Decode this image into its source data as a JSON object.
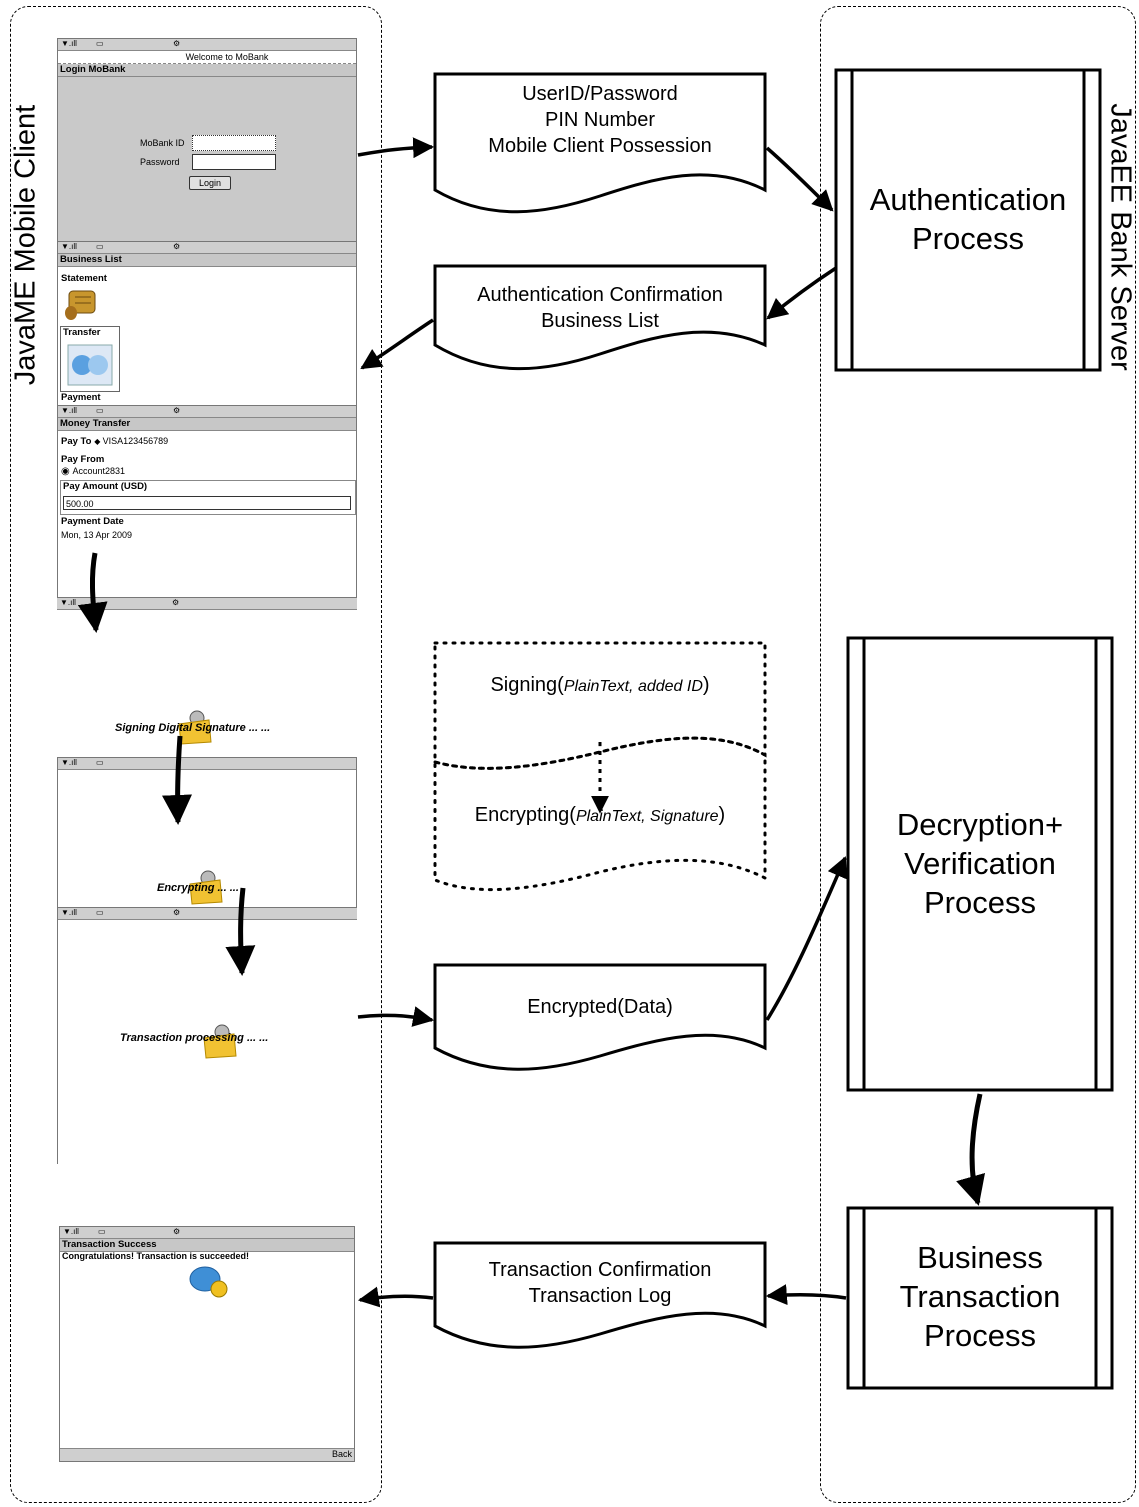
{
  "lanes": {
    "client": "JavaME Mobile Client",
    "server": "JavaEE Bank Server"
  },
  "screens": {
    "login": {
      "welcome": "Welcome to MoBank",
      "title": "Login MoBank",
      "id_label": "MoBank ID",
      "password_label": "Password",
      "login_button": "Login"
    },
    "business_list": {
      "title": "Business List",
      "items": [
        "Statement",
        "Transfer",
        "Payment"
      ]
    },
    "money_transfer": {
      "title": "Money Transfer",
      "pay_to_label": "Pay To",
      "pay_to_value": "VISA123456789",
      "pay_from_label": "Pay From",
      "pay_from_value": "Account2831",
      "amount_label": "Pay Amount (USD)",
      "amount_value": "500.00",
      "date_label": "Payment Date",
      "date_value": "Mon, 13 Apr 2009"
    },
    "signing": {
      "message": "Signing Digital Signature ... ..."
    },
    "encrypting": {
      "message": "Encrypting ... ..."
    },
    "processing": {
      "message": "Transaction processing ... ..."
    },
    "success": {
      "title": "Transaction Success",
      "message": "Congratulations! Transaction is succeeded!",
      "back_button": "Back"
    }
  },
  "documents": {
    "credentials": [
      "UserID/Password",
      "PIN Number",
      "Mobile Client Possession"
    ],
    "auth_confirm": [
      "Authentication Confirmation",
      "Business List"
    ],
    "signing_prefix": "Signing(",
    "signing_args": "PlainText, added ID",
    "signing_suffix": ")",
    "encrypting_prefix": "Encrypting(",
    "encrypting_args": "PlainText, Signature",
    "encrypting_suffix": ")",
    "encrypted": "Encrypted(Data)",
    "tx_confirm": [
      "Transaction Confirmation",
      "Transaction Log"
    ]
  },
  "processes": {
    "authentication": [
      "Authentication",
      "Process"
    ],
    "decryption": [
      "Decryption+",
      "Verification",
      "Process"
    ],
    "business": [
      "Business",
      "Transaction",
      "Process"
    ]
  }
}
